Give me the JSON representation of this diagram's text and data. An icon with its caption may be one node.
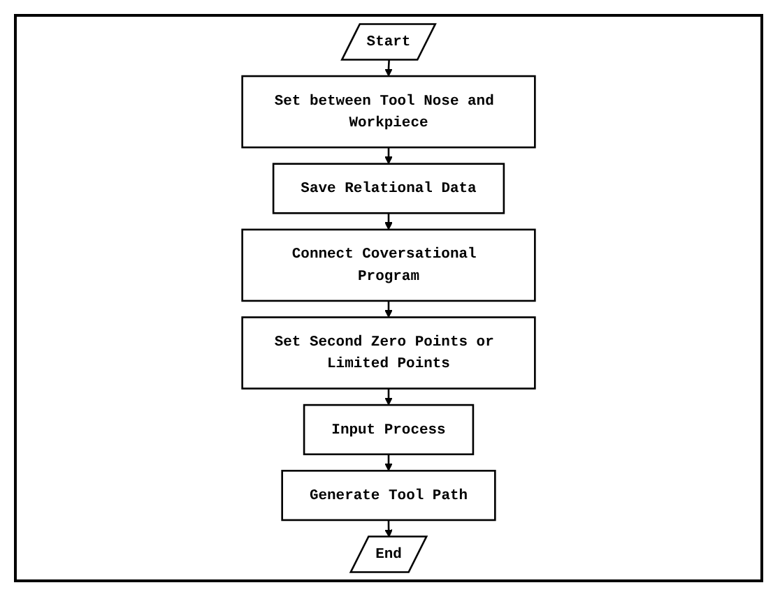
{
  "diagram": {
    "nodes": [
      {
        "text": [
          "Start"
        ]
      },
      {
        "text": [
          "Set between Tool Nose and Workpiece"
        ]
      },
      {
        "text": [
          "Save Relational Data"
        ]
      },
      {
        "text": [
          "Connect Coversational Program"
        ]
      },
      {
        "text": [
          "Set Second Zero Points or Limited Points"
        ]
      },
      {
        "text": [
          "Input Process"
        ]
      },
      {
        "text": [
          "Generate Tool Path"
        ]
      },
      {
        "text": [
          "End"
        ]
      }
    ],
    "edges": [
      {
        "from": 0,
        "to": 1,
        "arrow": "to"
      },
      {
        "from": 1,
        "to": 2,
        "arrow": "to"
      },
      {
        "from": 2,
        "to": 3,
        "arrow": "to"
      },
      {
        "from": 3,
        "to": 4,
        "arrow": "to"
      },
      {
        "from": 4,
        "to": 5,
        "arrow": "to"
      },
      {
        "from": 5,
        "to": 6,
        "arrow": "to"
      },
      {
        "from": 6,
        "to": 7,
        "arrow": "to"
      }
    ]
  }
}
